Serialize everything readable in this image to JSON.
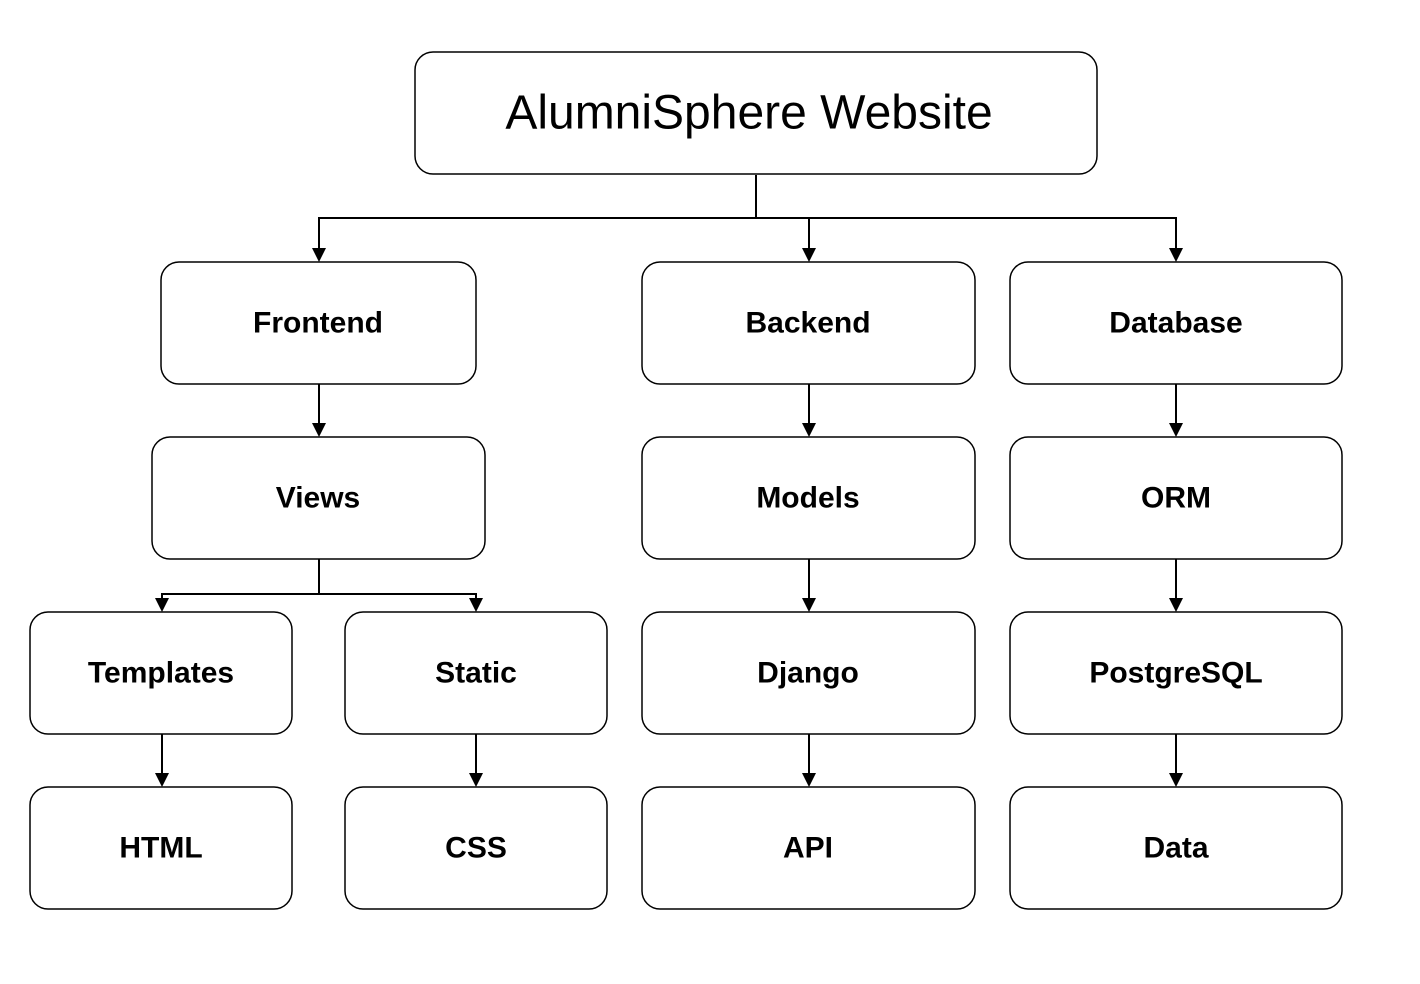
{
  "diagram": {
    "root": {
      "label": "AlumniSphere Website"
    },
    "nodes": {
      "frontend": {
        "label": "Frontend"
      },
      "backend": {
        "label": "Backend"
      },
      "database": {
        "label": "Database"
      },
      "views": {
        "label": "Views"
      },
      "models": {
        "label": "Models"
      },
      "orm": {
        "label": "ORM"
      },
      "templates": {
        "label": "Templates"
      },
      "static": {
        "label": "Static"
      },
      "django": {
        "label": "Django"
      },
      "postgresql": {
        "label": "PostgreSQL"
      },
      "html": {
        "label": "HTML"
      },
      "css": {
        "label": "CSS"
      },
      "api": {
        "label": "API"
      },
      "data": {
        "label": "Data"
      }
    },
    "edges": [
      {
        "from": "root",
        "to": "frontend"
      },
      {
        "from": "root",
        "to": "backend"
      },
      {
        "from": "root",
        "to": "database"
      },
      {
        "from": "frontend",
        "to": "views"
      },
      {
        "from": "views",
        "to": "templates"
      },
      {
        "from": "views",
        "to": "static"
      },
      {
        "from": "templates",
        "to": "html"
      },
      {
        "from": "static",
        "to": "css"
      },
      {
        "from": "backend",
        "to": "models"
      },
      {
        "from": "models",
        "to": "django"
      },
      {
        "from": "django",
        "to": "api"
      },
      {
        "from": "database",
        "to": "orm"
      },
      {
        "from": "orm",
        "to": "postgresql"
      },
      {
        "from": "postgresql",
        "to": "data"
      }
    ]
  }
}
